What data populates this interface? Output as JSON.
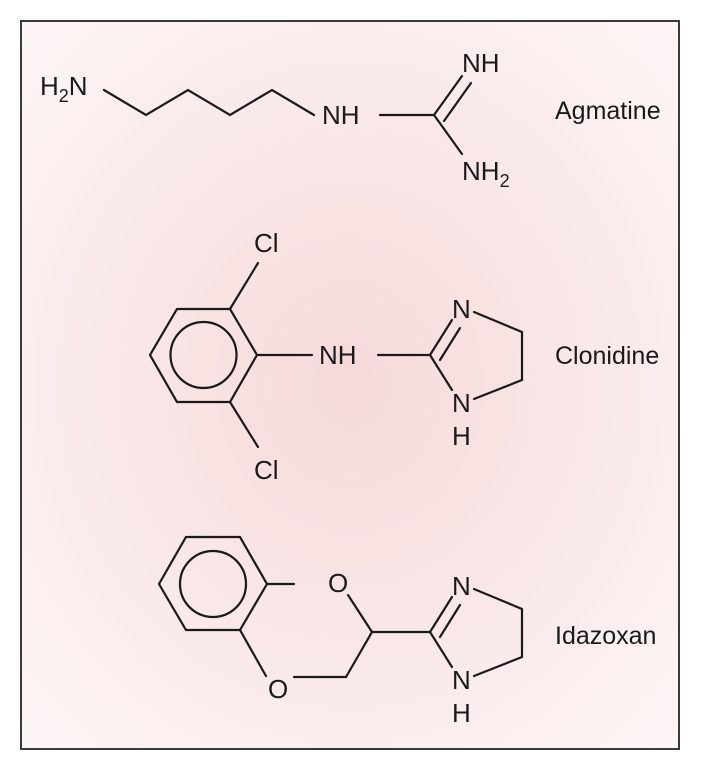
{
  "compounds": [
    {
      "name": "Agmatine",
      "atoms": {
        "amine": "H",
        "amine_sub": "2",
        "amine_n": "N",
        "nh": "NH",
        "imine": "NH",
        "amino": "NH",
        "amino_sub": "2"
      }
    },
    {
      "name": "Clonidine",
      "atoms": {
        "cl_top": "Cl",
        "cl_bottom": "Cl",
        "nh": "NH",
        "ring_n": "N",
        "ring_nh_n": "N",
        "ring_nh_h": "H"
      }
    },
    {
      "name": "Idazoxan",
      "atoms": {
        "o_top": "O",
        "o_bottom": "O",
        "ring_n": "N",
        "ring_nh_n": "N",
        "ring_nh_h": "H"
      }
    }
  ]
}
